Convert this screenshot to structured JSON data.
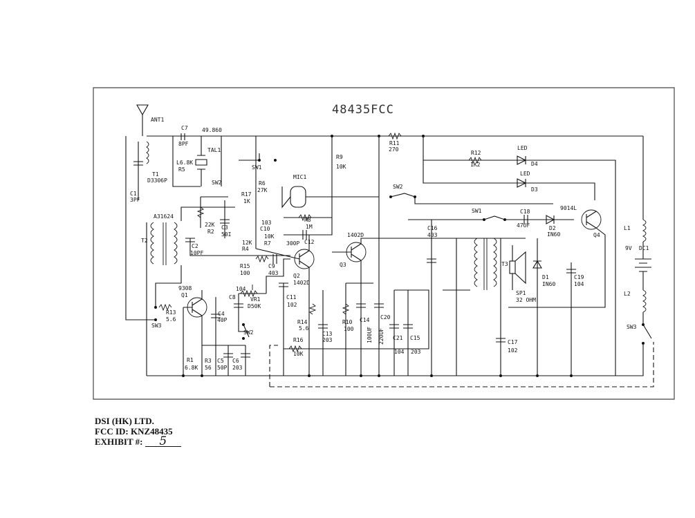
{
  "diagram": {
    "title": "48435FCC",
    "labels": {
      "ant1": "ANT1",
      "c7": "C7",
      "c7v": "8PF",
      "freq": "49.860",
      "tal1": "TAL1",
      "t1": "T1",
      "t1v": "D3306P",
      "l6": "L6.8K",
      "r5": "R5",
      "c1": "C1",
      "c1v": "3PF",
      "sw1a": "SW1",
      "sw2a": "SW2",
      "r6": "R6",
      "r6v": "27K",
      "r17": "R17",
      "r17v": "1K",
      "mic1": "MIC1",
      "r9": "R9",
      "r9v": "10K",
      "r11": "R11",
      "r11v": "270",
      "r12": "R12",
      "r12v": "1K2",
      "led1": "LED",
      "d4": "D4",
      "led2": "LED",
      "d3": "D3",
      "sw2b": "SW2",
      "t2code": "A31624",
      "t2": "T2",
      "r2v": "22K",
      "r2": "R2",
      "c3": "C3",
      "c3v": "50I",
      "c2": "C2",
      "c2v": "10PF",
      "r4v": "12K",
      "r4": "R4",
      "c10a": "103",
      "c10": "C10",
      "r7v": "10K",
      "r7": "R7",
      "r8": "R8",
      "r8v": "1M",
      "c12": "C12",
      "c12v": "300P",
      "q3code": "1402D",
      "q3": "Q3",
      "q2": "Q2",
      "q2code": "1402D",
      "r15": "R15",
      "r15v": "100",
      "c9": "C9",
      "c9v": "403",
      "sw1b": "SW1",
      "c16": "C16",
      "c16v": "403",
      "c18": "C18",
      "c18v": "47UF",
      "q4code": "9014L",
      "q4": "Q4",
      "d2": "D2",
      "d2v": "IN60",
      "l1": "L1",
      "bat": "9V",
      "dc1": "DC1",
      "t3": "T3",
      "d1": "D1",
      "d1v": "IN60",
      "c19": "C19",
      "c19v": "104",
      "sp1": "SP1",
      "sp1v": "32 OHM",
      "l2": "L2",
      "sw3": "SW3",
      "q1code": "9308",
      "q1": "Q1",
      "vr104": "104",
      "vr1": "VR1",
      "vr1v": "D50K",
      "c8": "C8",
      "c11": "C11",
      "c11v": "102",
      "r13": "R13",
      "r13v": "5.6",
      "sw3b": "SW3",
      "c4": "C4",
      "c4v": "40P",
      "sw2c": "SW2",
      "r14": "R14",
      "r14v": "5.6",
      "c13": "C13",
      "c13v": "203",
      "r10": "R10",
      "r10v": "100",
      "c14": "C14",
      "c14v": "100UF",
      "c20": "C20",
      "c20v": "220UF",
      "c21": "C21",
      "c21v": "104",
      "c15": "C15",
      "c15v": "203",
      "r16": "R16",
      "r16v": "10K",
      "c17": "C17",
      "c17v": "102",
      "r1": "R1",
      "r1v": "6.8K",
      "r3": "R3",
      "r3v": "56",
      "c5": "C5",
      "c5v": "50P",
      "c6": "C6",
      "c6v": "203"
    }
  },
  "footer": {
    "company": "DSI (HK) LTD.",
    "fcc_id": "FCC ID:  KNZ48435",
    "exhibit_label": "EXHIBIT #:",
    "exhibit_value": "5"
  }
}
